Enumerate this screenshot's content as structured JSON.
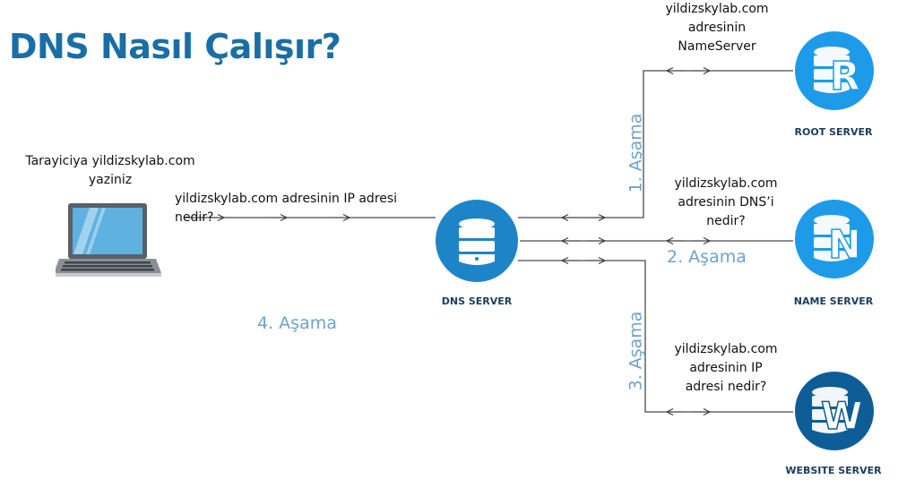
{
  "title": "DNS Nasıl Çalışır?",
  "browser_note": [
    "Tarayiciya yildizskylab.com",
    "yaziniz"
  ],
  "question_main": "yildizskylab.com adresinin IP adresi nedir?",
  "root_note": [
    "yildizskylab.com",
    "adresinin",
    "NameServer"
  ],
  "name_note": [
    "yildizskylab.com",
    "adresinin DNS’i",
    "nedir?"
  ],
  "website_note": [
    "yildizskylab.com",
    "adresinin IP",
    "adresi nedir?"
  ],
  "stages": {
    "s1": "1. Aşama",
    "s2": "2. Aşama",
    "s3": "3. Aşama",
    "s4": "4. Aşama"
  },
  "servers": {
    "dns": {
      "label": "DNS SERVER",
      "icon": "database-icon"
    },
    "root": {
      "label": "ROOT SERVER",
      "letter": "R",
      "icon": "database-icon"
    },
    "name": {
      "label": "NAME SERVER",
      "letter": "N",
      "icon": "database-icon"
    },
    "website": {
      "label": "WEBSITE SERVER",
      "letter": "W",
      "icon": "database-icon"
    }
  },
  "colors": {
    "title": "#1a6ea5",
    "stage_text": "#6fa3c8",
    "line": "#3a3a3a",
    "server_light": "#1e9be8",
    "server_dark": "#0f5d96",
    "server_label": "#1b3d5c",
    "laptop_screen": "#5fb2df"
  }
}
